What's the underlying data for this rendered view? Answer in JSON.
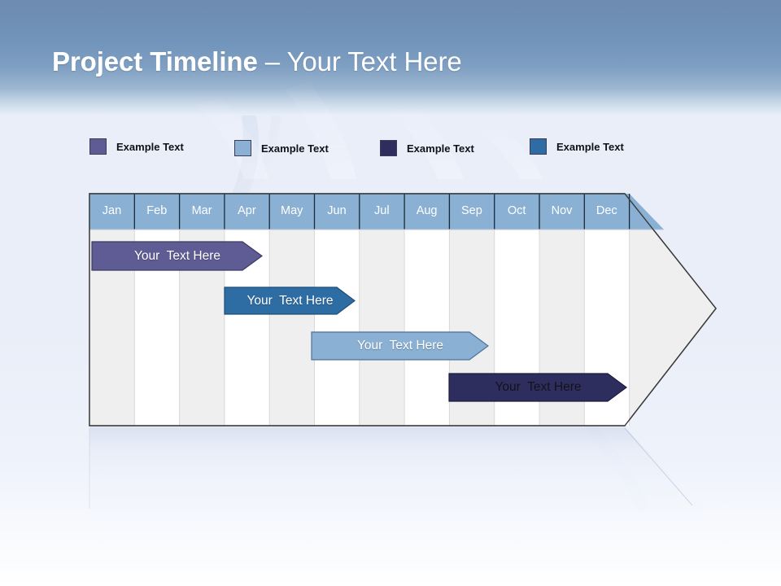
{
  "slide": {
    "title_bold": "Project Timeline",
    "title_separator": " – ",
    "title_regular": "Your Text Here",
    "background_color": "#e9eefa",
    "header_accent_color": "#7295bb"
  },
  "legend": {
    "items": [
      {
        "label": "Example Text",
        "color": "#5f5b95"
      },
      {
        "label": "Example Text",
        "color": "#8ab0d3"
      },
      {
        "label": "Example Text",
        "color": "#2e2e5e"
      },
      {
        "label": "Example Text",
        "color": "#2e6da4"
      }
    ]
  },
  "chart_data": {
    "type": "bar",
    "title": "Project Timeline – Your Text Here",
    "xlabel": "",
    "ylabel": "",
    "orientation": "horizontal",
    "categories": [
      "Jan",
      "Feb",
      "Mar",
      "Apr",
      "May",
      "Jun",
      "Jul",
      "Aug",
      "Sep",
      "Oct",
      "Nov",
      "Dec"
    ],
    "grid": true,
    "legend_position": "top",
    "series": [
      {
        "name": "Example Text",
        "label": "Your  Text Here",
        "color": "#5f5b95",
        "text_color": "#ffffff",
        "start_month": "Jan",
        "end_month": "Apr",
        "row": 1
      },
      {
        "name": "Example Text",
        "label": "Your  Text Here",
        "color": "#2e6da4",
        "text_color": "#ffffff",
        "start_month": "Apr",
        "end_month": "Jun",
        "row": 2
      },
      {
        "name": "Example Text",
        "label": "Your  Text Here",
        "color": "#8ab0d3",
        "text_color": "#ffffff",
        "start_month": "Jun",
        "end_month": "Sep",
        "row": 3
      },
      {
        "name": "Example Text",
        "label": "Your  Text Here",
        "color": "#2e2e5e",
        "text_color": "#12121c",
        "start_month": "Sep",
        "end_month": "Dec",
        "row": 4
      }
    ],
    "header_bg": "#8ab0d3",
    "header_text_color": "#ffffff",
    "column_fill_odd": "#efefef",
    "column_fill_even": "#ffffff",
    "border_color": "#333333"
  },
  "months": [
    {
      "label": "Jan"
    },
    {
      "label": "Feb"
    },
    {
      "label": "Mar"
    },
    {
      "label": "Apr"
    },
    {
      "label": "May"
    },
    {
      "label": "Jun"
    },
    {
      "label": "Jul"
    },
    {
      "label": "Aug"
    },
    {
      "label": "Sep"
    },
    {
      "label": "Oct"
    },
    {
      "label": "Nov"
    },
    {
      "label": "Dec"
    }
  ],
  "bars": [
    {
      "label": "Your  Text Here"
    },
    {
      "label": "Your  Text Here"
    },
    {
      "label": "Your  Text Here"
    },
    {
      "label": "Your  Text Here"
    }
  ]
}
